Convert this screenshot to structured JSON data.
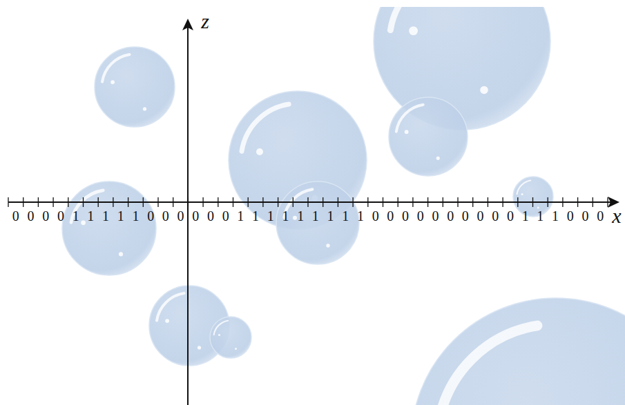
{
  "diagram": {
    "labels": [
      "z",
      "x",
      "0",
      "0",
      "0",
      "0",
      "1",
      "1",
      "1",
      "1",
      "1",
      "0",
      "0",
      "0",
      "0",
      "0",
      "0",
      "1",
      "1",
      "1",
      "1",
      "1",
      "1",
      "1",
      "1",
      "1",
      "0",
      "0",
      "0",
      "0",
      "0",
      "0",
      "0",
      "0",
      "0",
      "0",
      "1",
      "1",
      "1",
      "0",
      "0",
      "0"
    ]
  }
}
